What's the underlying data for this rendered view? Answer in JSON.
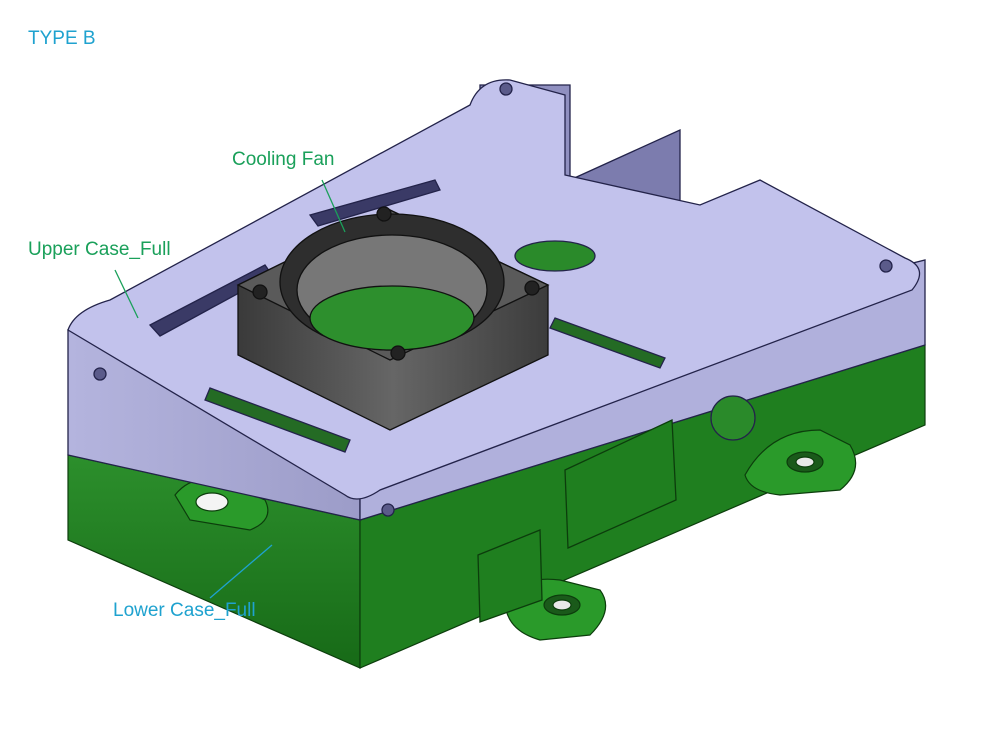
{
  "title": "TYPE B",
  "callouts": {
    "cooling_fan": "Cooling Fan",
    "upper_case": "Upper Case_Full",
    "lower_case": "Lower Case_Full"
  },
  "colors": {
    "title": "#1fa2cf",
    "callout_green": "#1aa05a",
    "callout_blue": "#1fa2cf",
    "upper_case": "#c2c2ec",
    "lower_case": "#1e7a1e",
    "fan": "#4a4a4a"
  }
}
